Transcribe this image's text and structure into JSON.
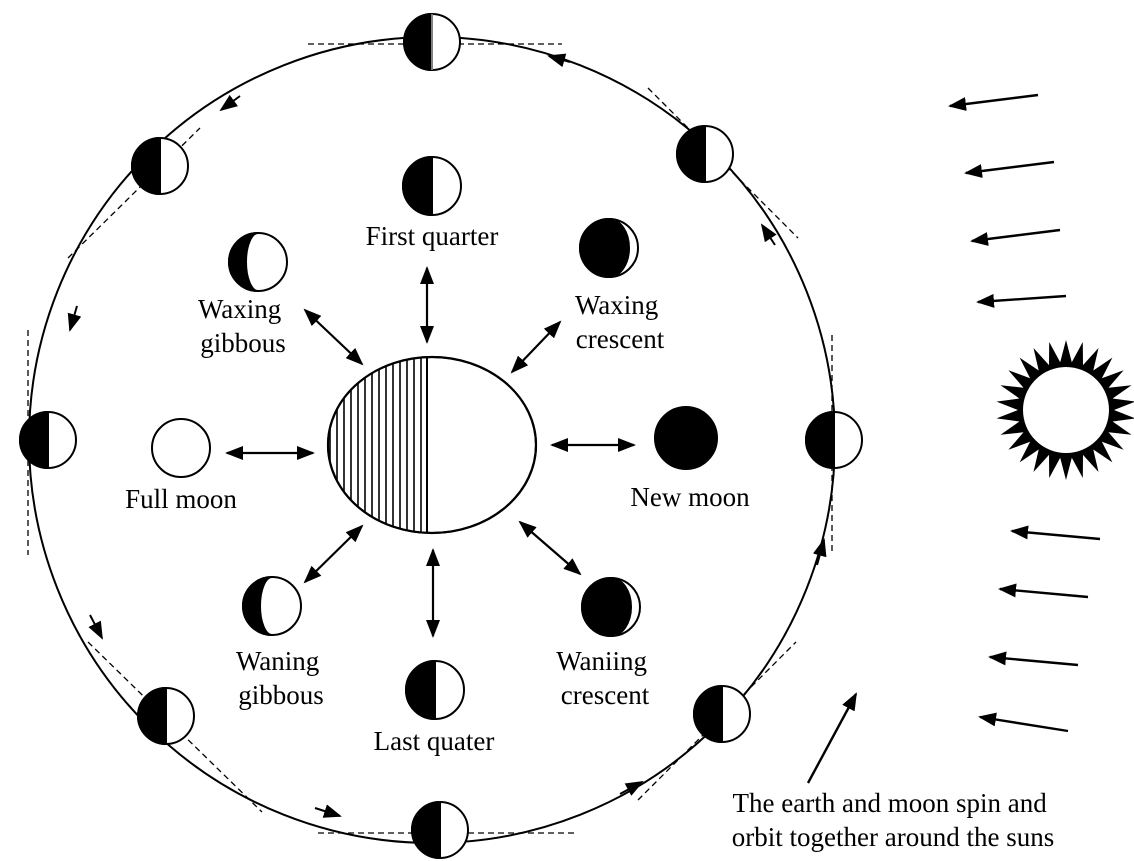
{
  "labels": {
    "first_quarter": "First quarter",
    "waxing_gibbous": [
      "Waxing",
      "gibbous"
    ],
    "waxing_crescent": [
      "Waxing",
      "crescent"
    ],
    "full_moon": "Full moon",
    "new_moon": "New moon",
    "waning_gibbous": [
      "Waning",
      "gibbous"
    ],
    "waning_crescent": [
      "Waniing",
      "crescent"
    ],
    "last_quarter": "Last quater",
    "caption": [
      "The earth and moon spin and",
      "orbit together around the suns"
    ]
  },
  "colors": {
    "ink": "#000000",
    "paper": "#ffffff"
  },
  "icons": {
    "sun": "sun-icon",
    "earth": "earth-icon",
    "sunlight": "sunlight-arrow-icon"
  }
}
